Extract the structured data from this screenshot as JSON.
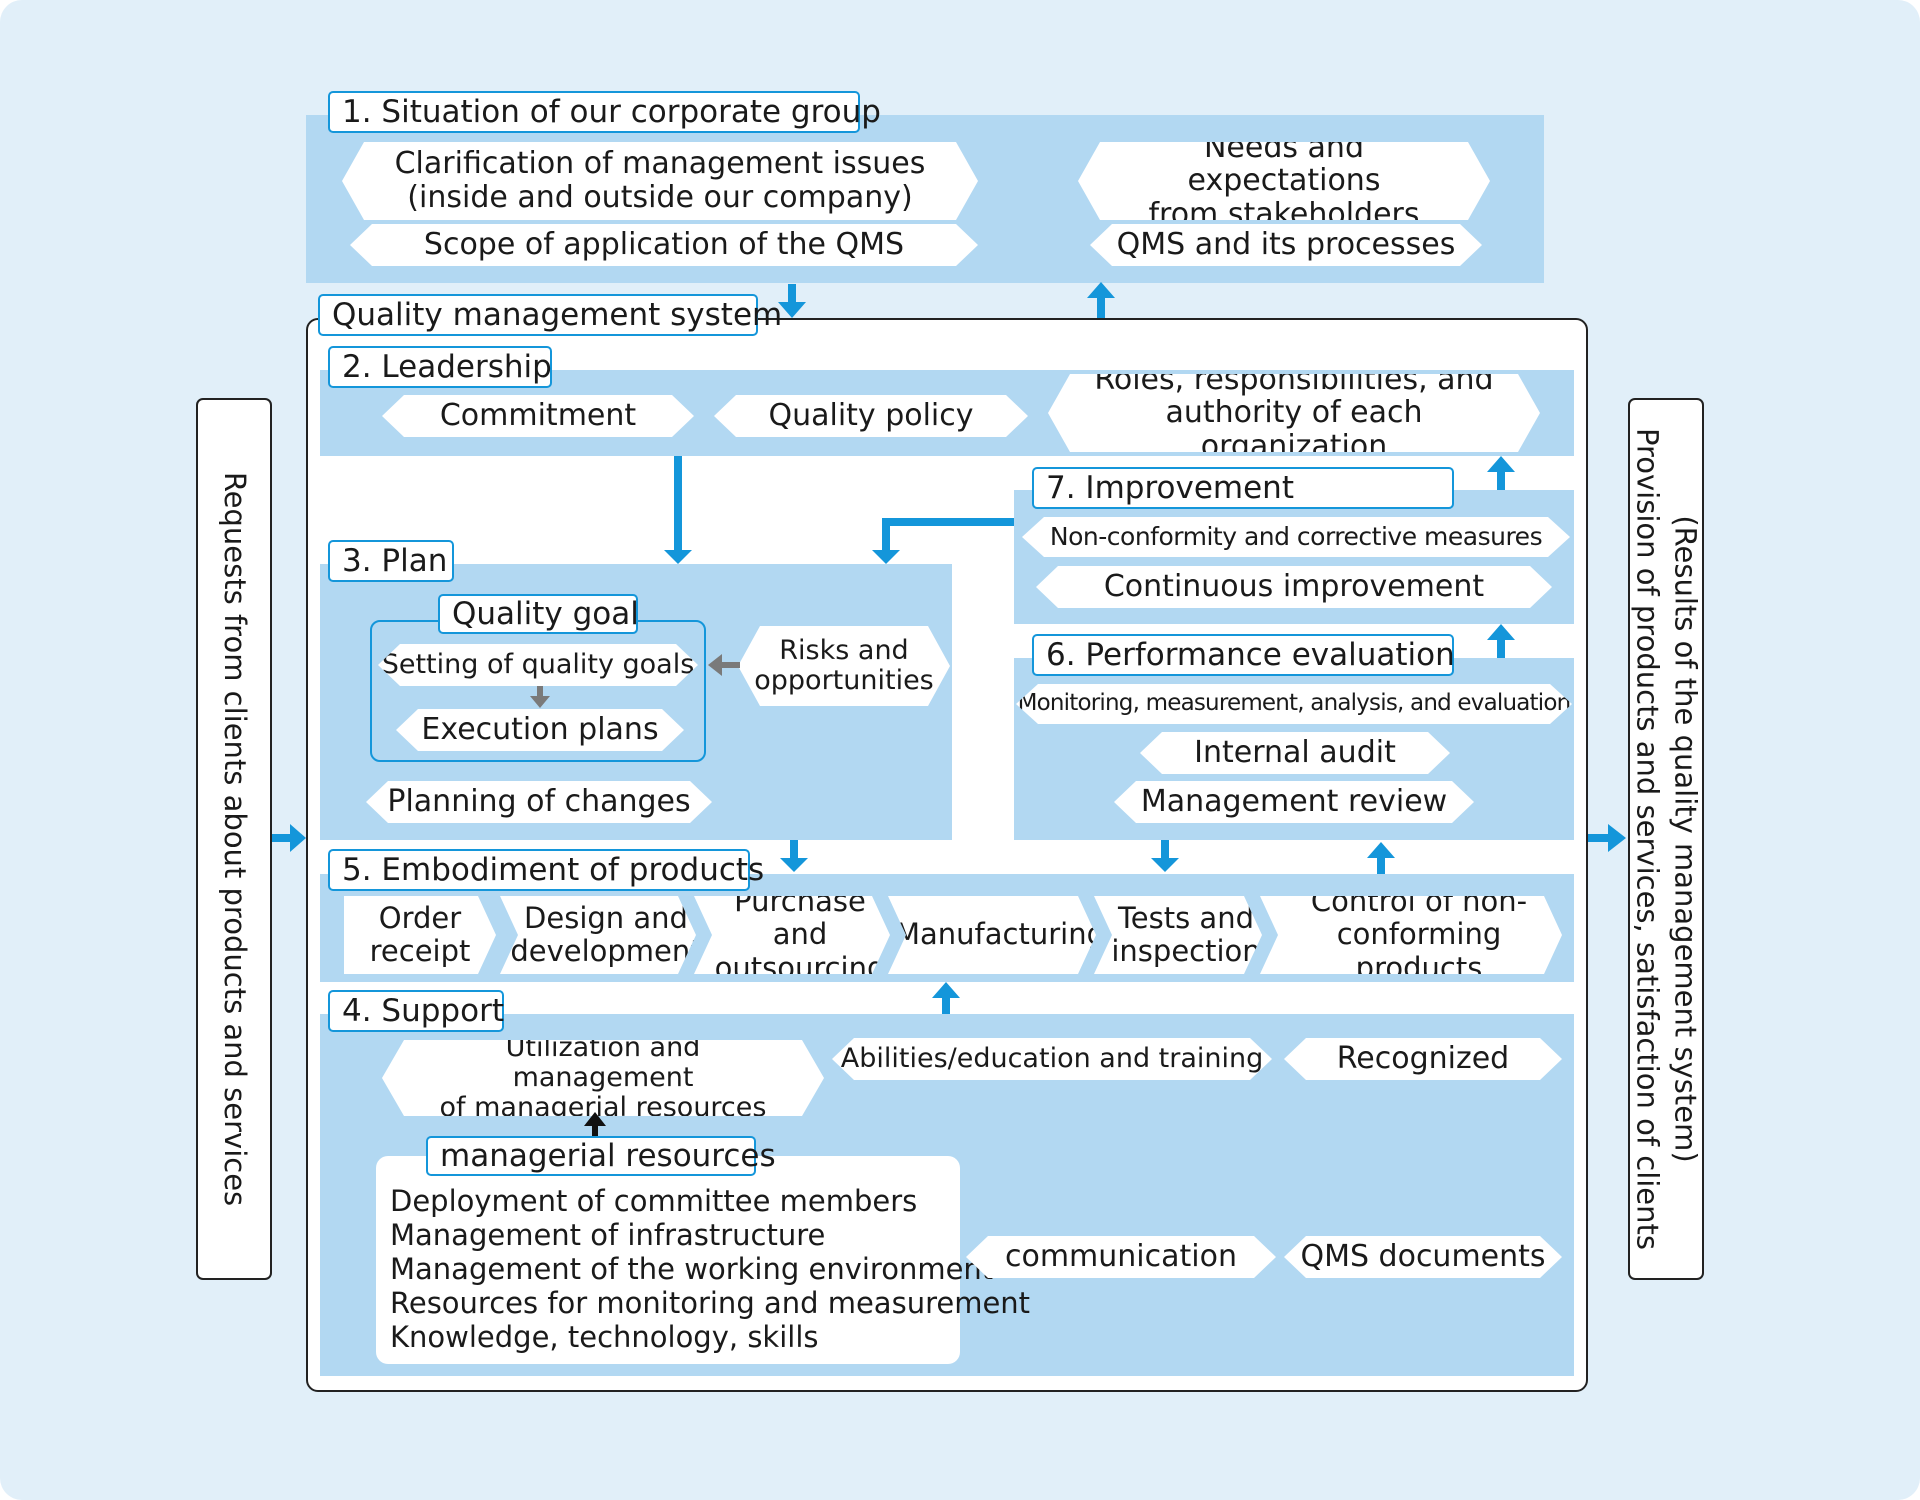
{
  "section1": {
    "title": "1. Situation of our corporate group",
    "clarification": "Clarification of management issues\n(inside and outside our company)",
    "scope": "Scope of application of the QMS",
    "needs": "Needs and expectations\nfrom stakeholders",
    "processes": "QMS and its processes"
  },
  "qms": {
    "title": "Quality management system"
  },
  "leadership": {
    "title": "2. Leadership",
    "commitment": "Commitment",
    "policy": "Quality policy",
    "roles": "Roles, responsibilities, and\nauthority of each organization"
  },
  "plan": {
    "title": "3. Plan",
    "goal_title": "Quality goal",
    "setting": "Setting of quality goals",
    "execution": "Execution plans",
    "risks": "Risks and\nopportunities",
    "changes": "Planning of changes"
  },
  "improvement": {
    "title": "7. Improvement",
    "nonconformity": "Non-conformity and corrective measures",
    "continuous": "Continuous improvement"
  },
  "performance": {
    "title": "6. Performance evaluation",
    "monitoring": "Monitoring, measurement, analysis, and evaluation",
    "audit": "Internal audit",
    "review": "Management review"
  },
  "embodiment": {
    "title": "5. Embodiment of products",
    "steps": [
      "Order\nreceipt",
      "Design and\ndevelopment",
      "Purchase and\noutsourcing",
      "Manufacturing",
      "Tests and\ninspection",
      "Control of non-\nconforming products"
    ]
  },
  "support": {
    "title": "4. Support",
    "utilization": "Utilization and management\nof managerial resources",
    "abilities": "Abilities/education and training",
    "recognized": "Recognized",
    "resources_title": "managerial resources",
    "resources": [
      "Deployment of committee members",
      "Management of infrastructure",
      "Management of the working environment",
      "Resources for monitoring and measurement",
      "Knowledge, technology, skills"
    ],
    "communication": "communication",
    "documents": "QMS documents"
  },
  "left_side": "Requests from clients about products and services",
  "right_side": {
    "line1": "(Results of the quality management system)",
    "line2": "Provision of products and services, satisfaction of clients"
  },
  "colors": {
    "band": "#b2d8f2",
    "background": "#e1eff9",
    "arrow": "#1496da",
    "border": "#1496da"
  }
}
